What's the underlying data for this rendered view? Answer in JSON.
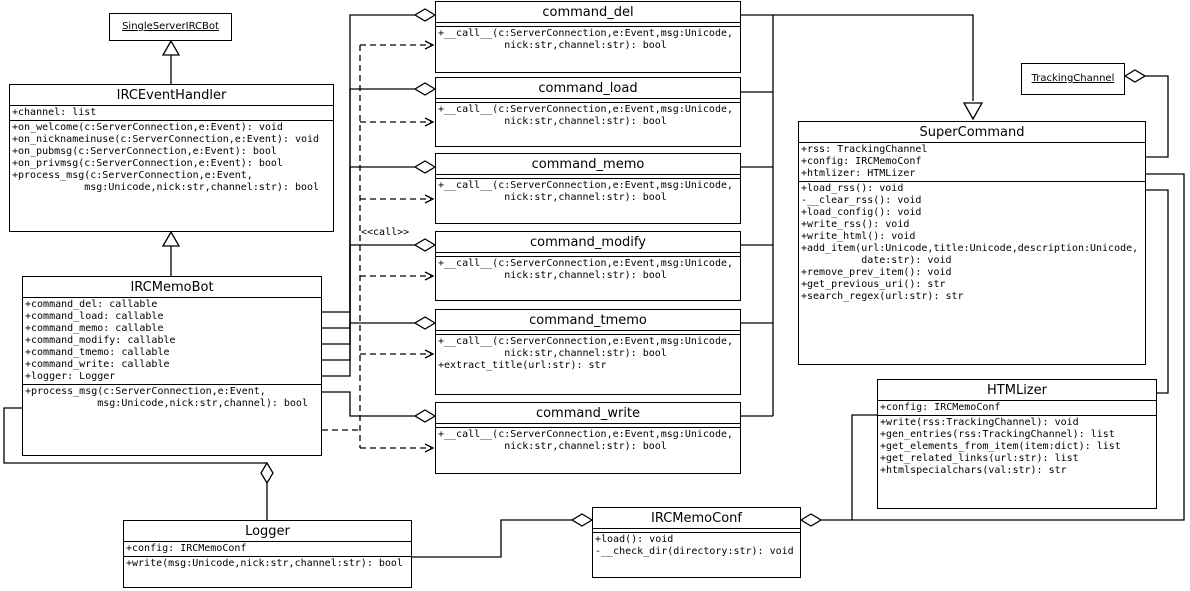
{
  "stereotype": "<<call>>",
  "classes": {
    "single_server": {
      "name": "SingleServerIRCBot"
    },
    "tracking_channel": {
      "name": "TrackingChannel"
    },
    "irc_event_handler": {
      "name": "IRCEventHandler",
      "attributes": [
        "+channel: list"
      ],
      "methods": [
        "+on_welcome(c:ServerConnection,e:Event): void",
        "+on_nicknameinuse(c:ServerConnection,e:Event): void",
        "+on_pubmsg(c:ServerConnection,e:Event): bool",
        "+on_privmsg(c:ServerConnection,e:Event): bool",
        "+process_msg(c:ServerConnection,e:Event,",
        "            msg:Unicode,nick:str,channel:str): bool"
      ]
    },
    "irc_memo_bot": {
      "name": "IRCMemoBot",
      "attributes": [
        "+command_del: callable",
        "+command_load: callable",
        "+command_memo: callable",
        "+command_modify: callable",
        "+command_tmemo: callable",
        "+command_write: callable",
        "+logger: Logger"
      ],
      "methods": [
        "+process_msg(c:ServerConnection,e:Event,",
        "            msg:Unicode,nick:str,channel): bool"
      ]
    },
    "command_del": {
      "name": "command_del",
      "methods": [
        "+__call__(c:ServerConnection,e:Event,msg:Unicode,",
        "           nick:str,channel:str): bool"
      ]
    },
    "command_load": {
      "name": "command_load",
      "methods": [
        "+__call__(c:ServerConnection,e:Event,msg:Unicode,",
        "           nick:str,channel:str): bool"
      ]
    },
    "command_memo": {
      "name": "command_memo",
      "methods": [
        "+__call__(c:ServerConnection,e:Event,msg:Unicode,",
        "           nick:str,channel:str): bool"
      ]
    },
    "command_modify": {
      "name": "command_modify",
      "methods": [
        "+__call__(c:ServerConnection,e:Event,msg:Unicode,",
        "           nick:str,channel:str): bool"
      ]
    },
    "command_tmemo": {
      "name": "command_tmemo",
      "methods": [
        "+__call__(c:ServerConnection,e:Event,msg:Unicode,",
        "           nick:str,channel:str): bool",
        "+extract_title(url:str): str"
      ]
    },
    "command_write": {
      "name": "command_write",
      "methods": [
        "+__call__(c:ServerConnection,e:Event,msg:Unicode,",
        "           nick:str,channel:str): bool"
      ]
    },
    "super_command": {
      "name": "SuperCommand",
      "attributes": [
        "+rss: TrackingChannel",
        "+config: IRCMemoConf",
        "+htmlizer: HTMLizer"
      ],
      "methods": [
        "+load_rss(): void",
        "-__clear_rss(): void",
        "+load_config(): void",
        "+write_rss(): void",
        "+write_html(): void",
        "+add_item(url:Unicode,title:Unicode,description:Unicode,",
        "          date:str): void",
        "+remove_prev_item(): void",
        "+get_previous_uri(): str",
        "+search_regex(url:str): str"
      ]
    },
    "htmlizer": {
      "name": "HTMLizer",
      "attributes": [
        "+config: IRCMemoConf"
      ],
      "methods": [
        "+write(rss:TrackingChannel): void",
        "+gen_entries(rss:TrackingChannel): list",
        "+get_elements_from_item(item:dict): list",
        "+get_related_links(url:str): list",
        "+htmlspecialchars(val:str): str"
      ]
    },
    "logger": {
      "name": "Logger",
      "attributes": [
        "+config: IRCMemoConf"
      ],
      "methods": [
        "+write(msg:Unicode,nick:str,channel:str): bool"
      ]
    },
    "irc_memo_conf": {
      "name": "IRCMemoConf",
      "attributes": [],
      "methods": [
        "+load(): void",
        "-__check_dir(directory:str): void"
      ]
    }
  }
}
